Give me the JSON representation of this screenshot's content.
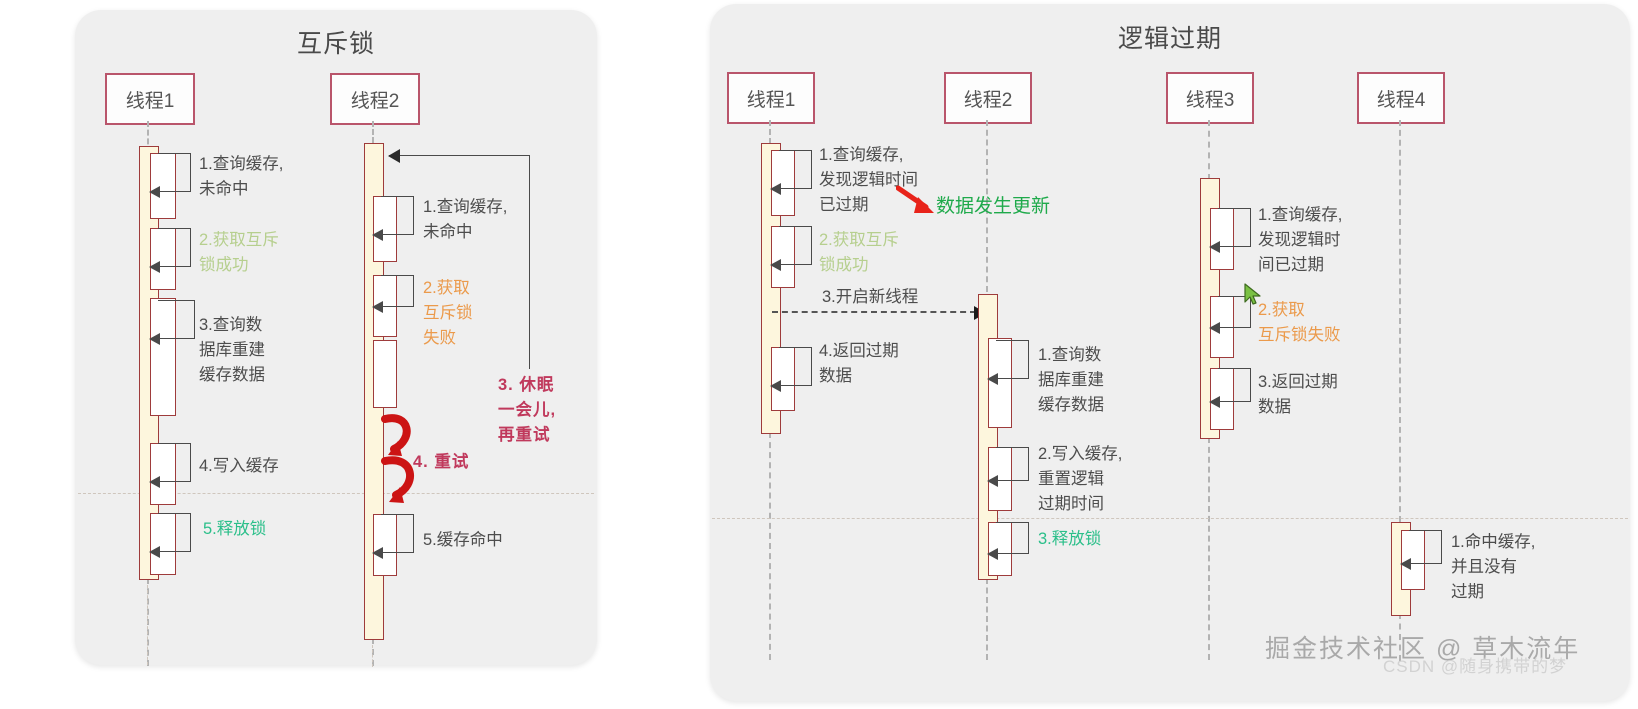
{
  "panels": [
    {
      "id": "mutex",
      "title": "互斥锁",
      "actors": [
        {
          "label": "线程1"
        },
        {
          "label": "线程2"
        }
      ],
      "notes": [
        {
          "text": "1.查询缓存,\n未命中",
          "color": "default"
        },
        {
          "text": "2.获取互斥\n锁成功",
          "color": "green"
        },
        {
          "text": "3.查询数\n据库重建\n缓存数据",
          "color": "default"
        },
        {
          "text": "4.写入缓存",
          "color": "default"
        },
        {
          "text": "5.释放锁",
          "color": "teal"
        },
        {
          "text": "1.查询缓存,\n未命中",
          "color": "default"
        },
        {
          "text": "2.获取\n互斥锁\n失败",
          "color": "orange"
        },
        {
          "text": "3. 休眠\n一会儿,\n再重试",
          "color": "crimson"
        },
        {
          "text": "4. 重试",
          "color": "crimson"
        },
        {
          "text": "5.缓存命中",
          "color": "default"
        }
      ]
    },
    {
      "id": "logical",
      "title": "逻辑过期",
      "actors": [
        {
          "label": "线程1"
        },
        {
          "label": "线程2"
        },
        {
          "label": "线程3"
        },
        {
          "label": "线程4"
        }
      ],
      "notes": [
        {
          "text": "1.查询缓存,\n发现逻辑时间\n已过期",
          "color": "default"
        },
        {
          "text": "数据发生更新",
          "color": "brightgreen"
        },
        {
          "text": "2.获取互斥\n锁成功",
          "color": "green"
        },
        {
          "text": "3.开启新线程",
          "color": "default"
        },
        {
          "text": "4.返回过期\n数据",
          "color": "default"
        },
        {
          "text": "1.查询数\n据库重建\n缓存数据",
          "color": "default"
        },
        {
          "text": "2.写入缓存,\n重置逻辑\n过期时间",
          "color": "default"
        },
        {
          "text": "3.释放锁",
          "color": "teal"
        },
        {
          "text": "1.查询缓存,\n发现逻辑时\n间已过期",
          "color": "default"
        },
        {
          "text": "2.获取\n互斥锁失败",
          "color": "orange"
        },
        {
          "text": "3.返回过期\n数据",
          "color": "default"
        },
        {
          "text": "1.命中缓存,\n并且没有\n过期",
          "color": "default"
        }
      ]
    }
  ],
  "watermark": {
    "primary": "掘金技术社区 @ 草木流年",
    "secondary": "CSDN @随身携带的梦"
  },
  "colors": {
    "panel_bg": "#efefef",
    "actor_border": "#b9556b",
    "activation_fill": "#fdf6dd",
    "activation_border": "#9e3b3b",
    "note_default": "#4d4d4d",
    "note_green": "#b6cf8e",
    "note_orange": "#eb9a4b",
    "note_crimson": "#c0395c",
    "note_teal": "#2bbf8a",
    "note_brightgreen": "#1faa4b",
    "arrow_red": "#cc1414",
    "cursor_green": "#7ac143"
  }
}
